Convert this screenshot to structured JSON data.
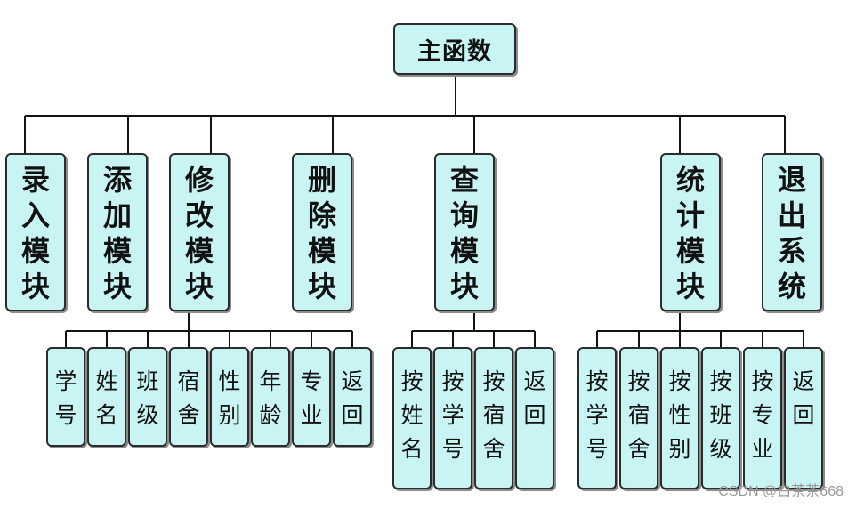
{
  "root": {
    "label": "主函数"
  },
  "modules": [
    {
      "id": "luru",
      "label": "录\n入\n模\n块"
    },
    {
      "id": "tianjia",
      "label": "添\n加\n模\n块"
    },
    {
      "id": "xiugai",
      "label": "修\n改\n模\n块"
    },
    {
      "id": "shanchu",
      "label": "删\n除\n模\n块"
    },
    {
      "id": "chaxun",
      "label": "查\n询\n模\n块"
    },
    {
      "id": "tongji",
      "label": "统\n计\n模\n块"
    },
    {
      "id": "tuichu",
      "label": "退\n出\n系\n统"
    }
  ],
  "xiugai_children": [
    {
      "label": "学\n号"
    },
    {
      "label": "姓\n名"
    },
    {
      "label": "班\n级"
    },
    {
      "label": "宿\n舍"
    },
    {
      "label": "性\n别"
    },
    {
      "label": "年\n龄"
    },
    {
      "label": "专\n业"
    },
    {
      "label": "返\n回"
    }
  ],
  "chaxun_children": [
    {
      "label": "按\n姓\n名"
    },
    {
      "label": "按\n学\n号"
    },
    {
      "label": "按\n宿\n舍"
    },
    {
      "label": "返\n回"
    }
  ],
  "tongji_children": [
    {
      "label": "按\n学\n号"
    },
    {
      "label": "按\n宿\n舍"
    },
    {
      "label": "按\n性\n别"
    },
    {
      "label": "按\n班\n级"
    },
    {
      "label": "按\n专\n业"
    },
    {
      "label": "返\n回"
    }
  ],
  "watermark": "CSDN @白茶茶668"
}
